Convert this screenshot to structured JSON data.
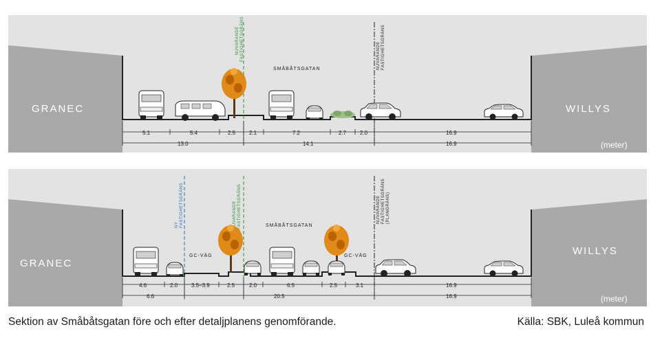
{
  "unit_label": "(meter)",
  "caption": "Sektion av Småbåtsgatan före och efter detaljplanens genomförande.",
  "source": "Källa: SBK, Luleå kommun",
  "colors": {
    "building": "#a9a9a9",
    "panel": "#e3e3e3",
    "green_line": "#2e8b3a",
    "blue_line": "#2a6fb5",
    "tree": "#e08a1a"
  },
  "before": {
    "building_left": "GRANEC",
    "building_right": "WILLYS",
    "street": "SMÅBÅTSGATAN",
    "line_current_1": "NUVARANDE",
    "line_current_2": "FASTIGHETSGRÄNS",
    "line_property_1": "NUVARANDE",
    "line_property_2": "FASTIGHETSGRÄNS",
    "dims_top": [
      "5.1",
      "5.4",
      "2.5",
      "2.1",
      "7.2",
      "2.7",
      "2.0",
      "16.9"
    ],
    "dims_bottom": [
      "13.0",
      "14.1",
      "16.9"
    ]
  },
  "after": {
    "building_left": "GRANEC",
    "building_right": "WILLYS",
    "street": "SMÅBÅTSGATAN",
    "gc_left": "GC-VÄG",
    "gc_right": "GC-VÄG",
    "line_new_1": "NY",
    "line_new_2": "FASTIGHETSGRÄNS",
    "line_current_1": "NUVARANDE",
    "line_current_2": "FASTIGHETSGRÄNS",
    "line_property_1": "NUVARANDE",
    "line_property_2": "FASTIGHETSGRÄNS",
    "line_property_3": "(PLANGRÄNS)",
    "dims_top": [
      "4.6",
      "2.0",
      "3.5–3.9",
      "2.5",
      "2.0",
      "6.5",
      "2.5",
      "3.1",
      "16.9"
    ],
    "dims_bottom": [
      "6.6",
      "20.5",
      "16.9"
    ]
  }
}
